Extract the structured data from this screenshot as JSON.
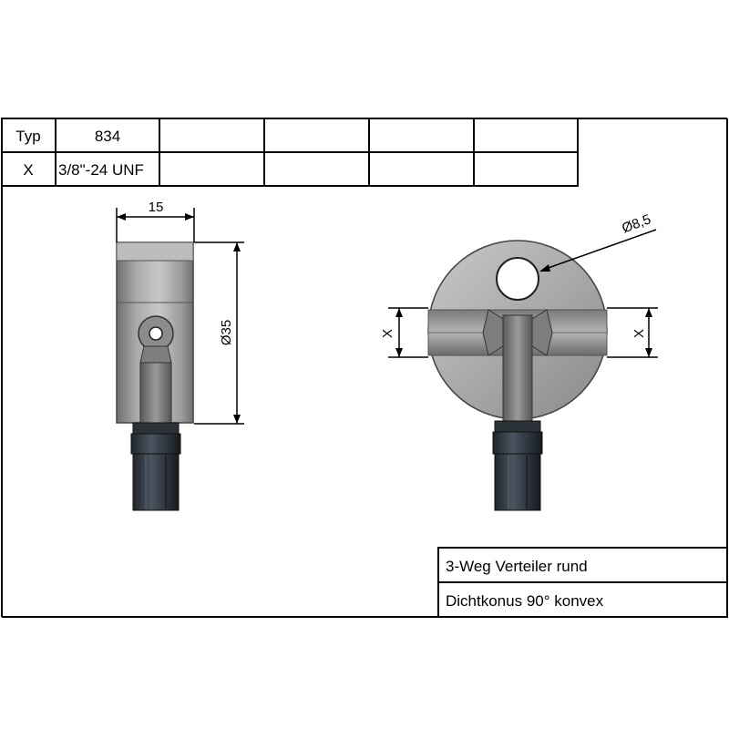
{
  "table": {
    "rows": [
      {
        "header": "Typ",
        "values": [
          "834",
          "",
          "",
          "",
          ""
        ]
      },
      {
        "header": "X",
        "values": [
          "3/8\"-24 UNF",
          "",
          "",
          "",
          ""
        ]
      }
    ]
  },
  "dimensions": {
    "width": "15",
    "diameter": "Ø35",
    "hole": "Ø8,5",
    "x_left": "X",
    "x_right": "X"
  },
  "title_block": {
    "line1": "3-Weg Verteiler rund",
    "line2": "Dichtkonus 90° konvex"
  }
}
